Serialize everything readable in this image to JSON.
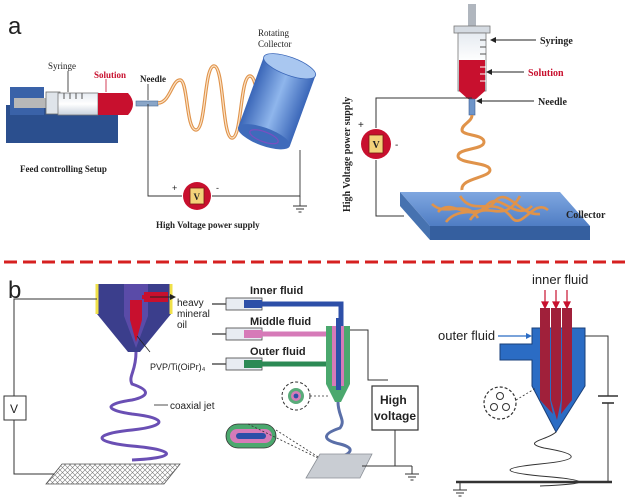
{
  "panel_a": {
    "label": "a",
    "left": {
      "syringe": "Syringe",
      "solution": "Solution",
      "needle": "Needle",
      "collector": "Rotating Collector",
      "collector_line1": "Rotating",
      "collector_line2": "Collector",
      "feed": "Feed controlling Setup",
      "power": "High Voltage power supply",
      "v": "V"
    },
    "right": {
      "syringe": "Syringe",
      "solution": "Solution",
      "needle": "Needle",
      "power": "High Voltage power supply",
      "collector": "Collector",
      "v": "V"
    }
  },
  "panel_b": {
    "label": "b",
    "left": {
      "heavy_line1": "heavy",
      "heavy_line2": "mineral",
      "heavy_line3": "oil",
      "pvp": "PVP/Ti(OiPr)₄",
      "jet": "coaxial jet",
      "v": "V"
    },
    "middle": {
      "inner": "Inner fluid",
      "middle": "Middle fluid",
      "outer": "Outer fluid",
      "hv_line1": "High",
      "hv_line2": "voltage"
    },
    "right": {
      "inner": "inner fluid",
      "outer": "outer fluid"
    }
  },
  "colors": {
    "divider": "#d62020",
    "solution_red": "#c8102e",
    "blue_collector": "#5b8fd6",
    "fiber": "#e0934a",
    "coaxial_purple": "#6a4fb4",
    "inner_blue": "#2d4fa8",
    "middle_pink": "#d67ab8",
    "outer_green": "#2c8a55"
  }
}
